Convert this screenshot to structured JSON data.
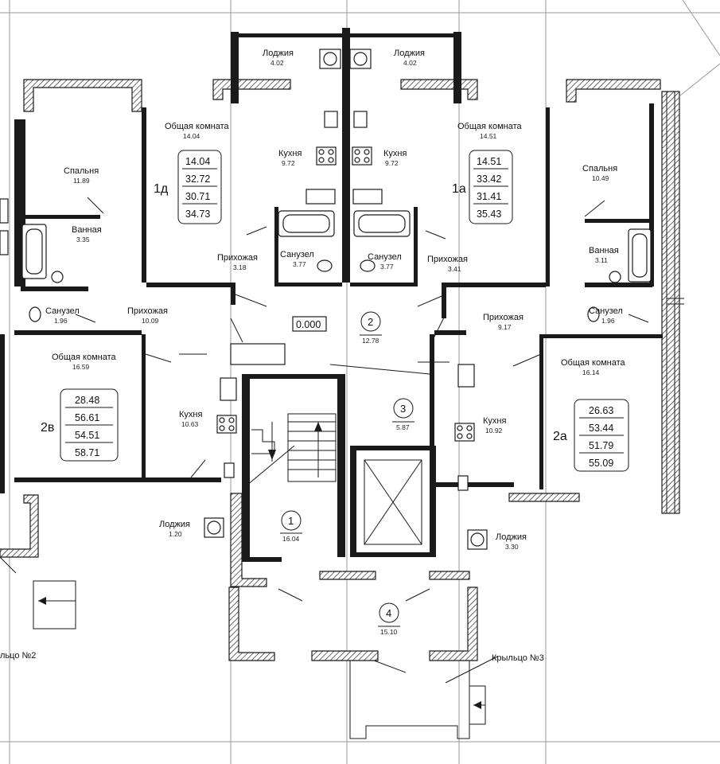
{
  "apartments": [
    {
      "id": "1д",
      "values": [
        "14.04",
        "32.72",
        "30.71",
        "34.73"
      ]
    },
    {
      "id": "1а",
      "values": [
        "14.51",
        "33.42",
        "31.41",
        "35.43"
      ]
    },
    {
      "id": "2в",
      "values": [
        "28.48",
        "56.61",
        "54.51",
        "58.71"
      ]
    },
    {
      "id": "2а",
      "values": [
        "26.63",
        "53.44",
        "51.79",
        "55.09"
      ]
    }
  ],
  "rooms": {
    "loggia_top_left": {
      "name": "Лоджия",
      "area": "4.02"
    },
    "loggia_top_right": {
      "name": "Лоджия",
      "area": "4.02"
    },
    "living_1d": {
      "name": "Общая комната",
      "area": "14.04"
    },
    "living_1a": {
      "name": "Общая комната",
      "area": "14.51"
    },
    "kitchen_1d": {
      "name": "Кухня",
      "area": "9.72"
    },
    "kitchen_1a": {
      "name": "Кухня",
      "area": "9.72"
    },
    "bedroom_left": {
      "name": "Спальня",
      "area": "11.89"
    },
    "bedroom_right": {
      "name": "Спальня",
      "area": "10.49"
    },
    "bath_left": {
      "name": "Ванная",
      "area": "3.35"
    },
    "bath_right": {
      "name": "Ванная",
      "area": "3.11"
    },
    "hall_1d": {
      "name": "Прихожая",
      "area": "3.18"
    },
    "hall_1a": {
      "name": "Прихожая",
      "area": "3.41"
    },
    "wc_1d": {
      "name": "Санузел",
      "area": "3.77"
    },
    "wc_1a": {
      "name": "Санузел",
      "area": "3.77"
    },
    "wc_left": {
      "name": "Санузел",
      "area": "1.96"
    },
    "wc_right": {
      "name": "Санузел",
      "area": "1.96"
    },
    "hall_2v": {
      "name": "Прихожая",
      "area": "10.09"
    },
    "hall_2a": {
      "name": "Прихожая",
      "area": "9.17"
    },
    "living_2v": {
      "name": "Общая комната",
      "area": "16.59"
    },
    "living_2a": {
      "name": "Общая комната",
      "area": "16.14"
    },
    "kitchen_2v": {
      "name": "Кухня",
      "area": "10.63"
    },
    "kitchen_2a": {
      "name": "Кухня",
      "area": "10.92"
    },
    "loggia_bottom_left": {
      "name": "Лоджия",
      "area": "1.20"
    },
    "loggia_bottom_right": {
      "name": "Лоджия",
      "area": "3.30"
    }
  },
  "level_mark": "0.000",
  "common_spaces": [
    {
      "num": "1",
      "area": "16.04"
    },
    {
      "num": "2",
      "area": "12.78"
    },
    {
      "num": "3",
      "area": "5.87"
    },
    {
      "num": "4",
      "area": "15.10"
    }
  ],
  "porches": {
    "left": "льцо №2",
    "right": "Крыльцо №3"
  }
}
